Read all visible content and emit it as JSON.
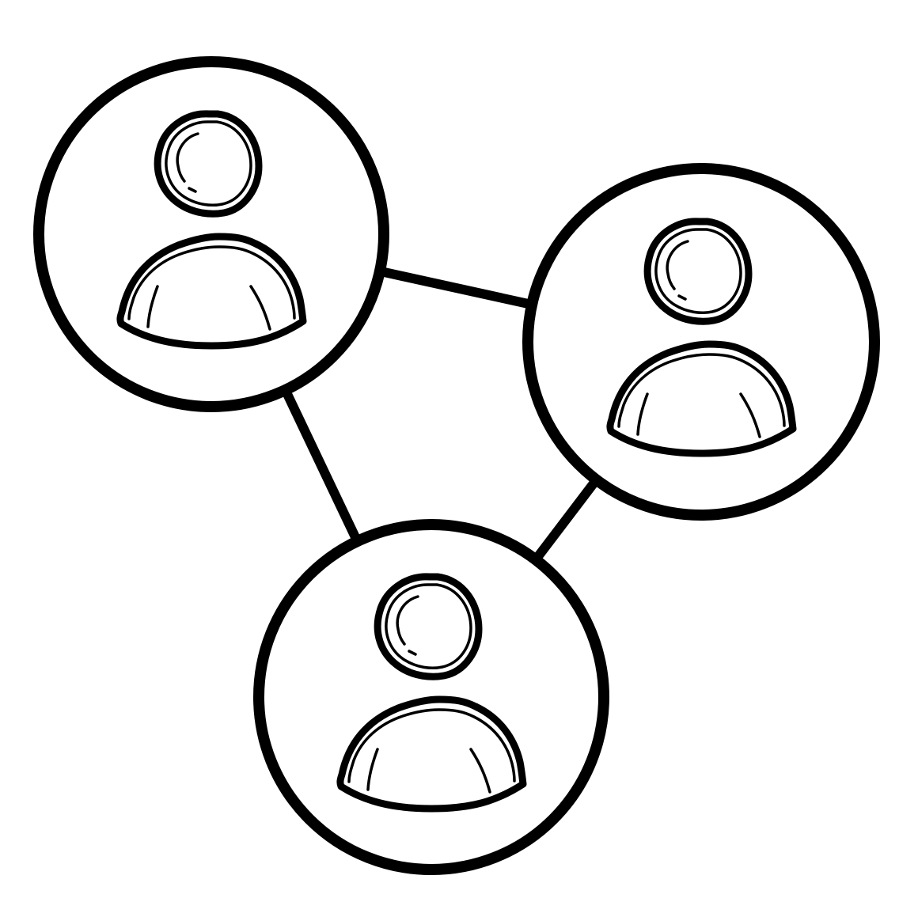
{
  "diagram": {
    "type": "network",
    "colors": {
      "stroke": "#000000",
      "background": "#ffffff"
    },
    "nodes": [
      {
        "id": "a",
        "icon": "user-icon"
      },
      {
        "id": "b",
        "icon": "user-icon"
      },
      {
        "id": "c",
        "icon": "user-icon"
      }
    ],
    "edges": [
      {
        "from": "a",
        "to": "b"
      },
      {
        "from": "a",
        "to": "c"
      },
      {
        "from": "b",
        "to": "c"
      }
    ]
  }
}
